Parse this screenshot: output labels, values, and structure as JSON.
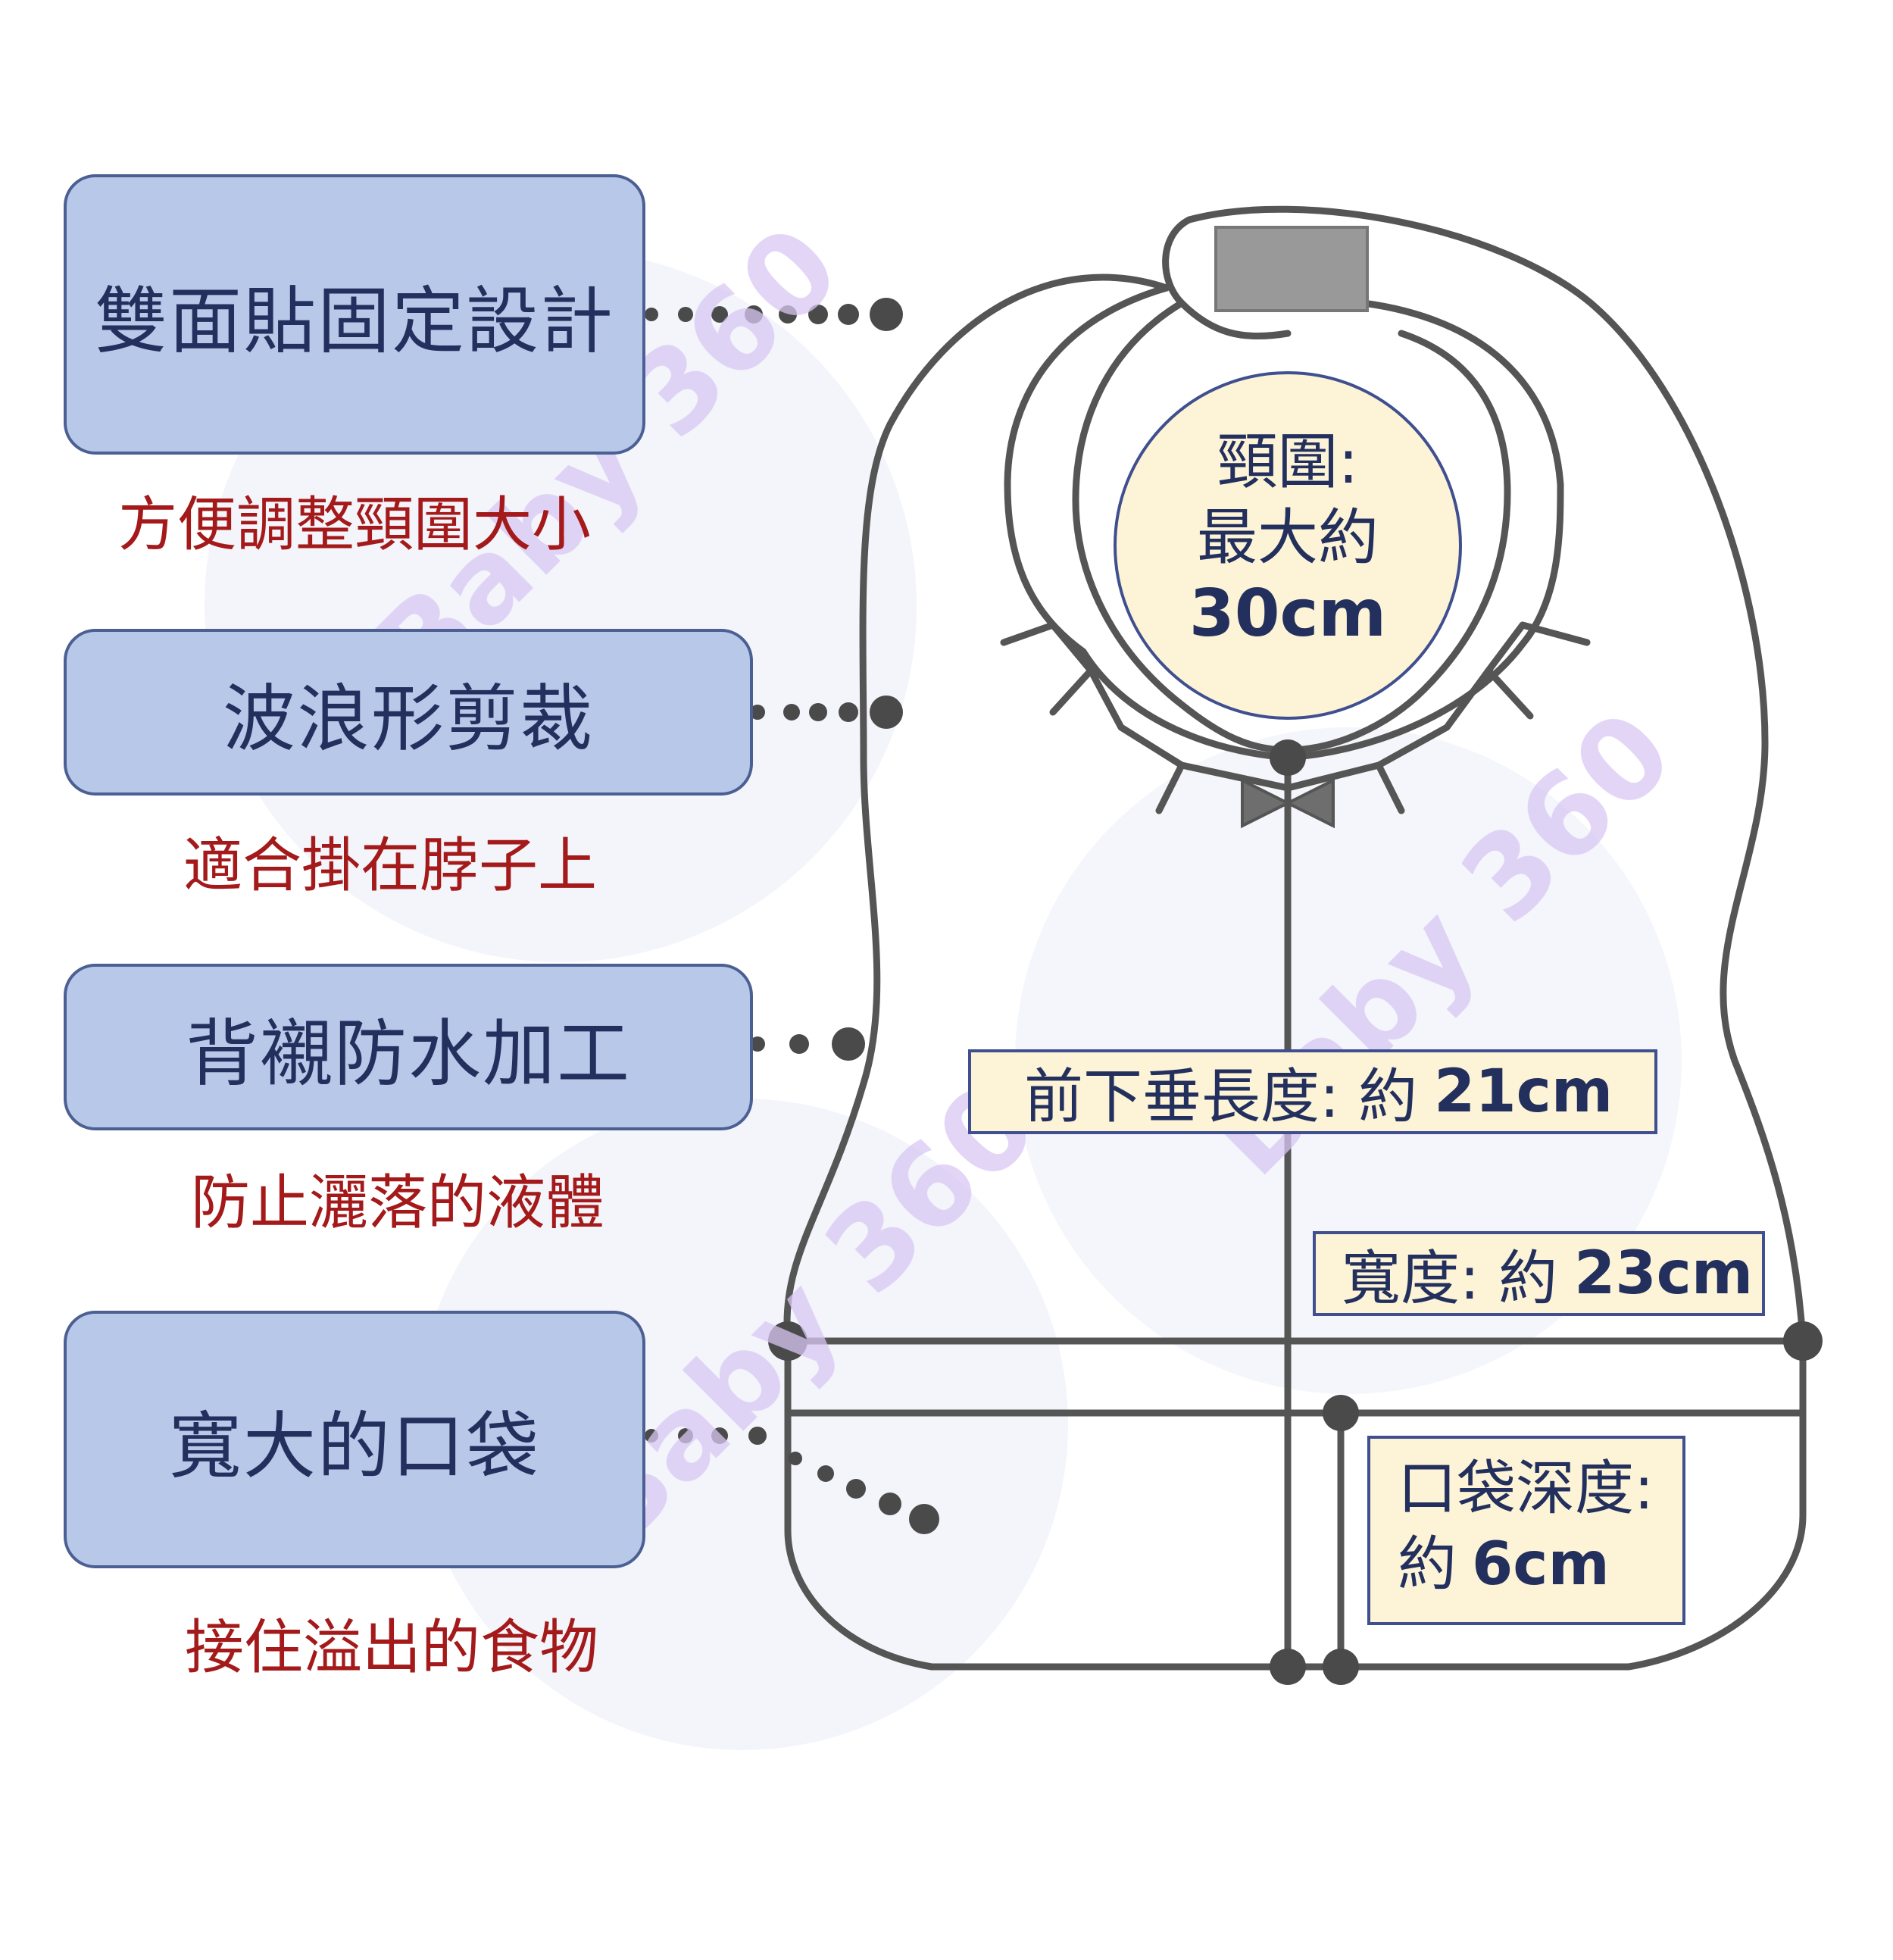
{
  "features": [
    {
      "title": "雙面貼固定設計",
      "benefit": "方便調整頸圍大小"
    },
    {
      "title": "波浪形剪裁",
      "benefit": "適合掛在脖子上"
    },
    {
      "title": "背襯防水加工",
      "benefit": "防止灑落的液體"
    },
    {
      "title": "寬大的口袋",
      "benefit": "接住溢出的食物"
    }
  ],
  "measurements": {
    "neck": {
      "line1": "頸圍:",
      "line2": "最大約",
      "value": "30cm"
    },
    "length": {
      "label": "前下垂長度: 約",
      "value": "21cm"
    },
    "width": {
      "label": "寬度: 約",
      "value": "23cm"
    },
    "pocket": {
      "line1": "口袋深度:",
      "label": "約",
      "value": "6cm"
    }
  },
  "watermark": "Baby 360",
  "colors": {
    "box_fill": "#b7c8e8",
    "box_border": "#4b5f93",
    "benefit_text": "#a41a1a",
    "outline": "#555555",
    "highlight_fill": "#fdf3d6"
  }
}
